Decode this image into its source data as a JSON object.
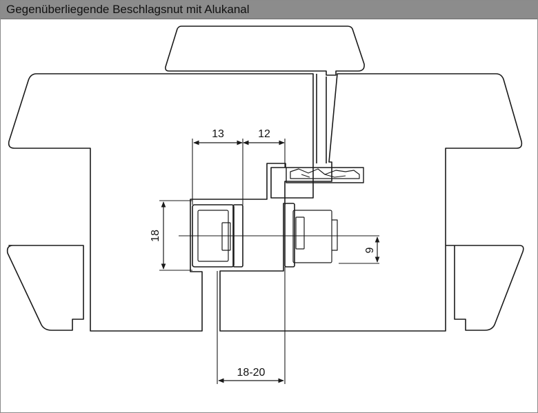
{
  "header": {
    "title": "Gegenüberliegende Beschlagsnut mit Alukanal",
    "background": "#8c8c8c"
  },
  "diagram": {
    "line_color": "#1a1a1a",
    "dimensions": {
      "groove_width": "13",
      "rebate_width": "12",
      "groove_depth": "18",
      "axis_offset": "9",
      "gap_range": "18-20"
    }
  }
}
